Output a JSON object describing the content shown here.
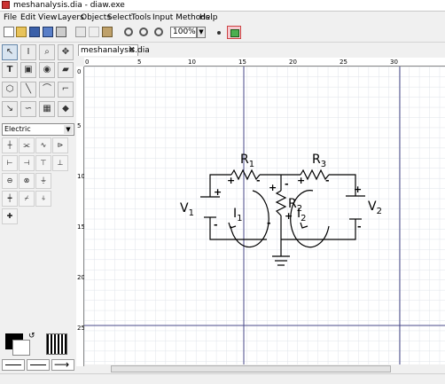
{
  "window": {
    "title": "meshanalysis.dia - diaw.exe"
  },
  "menu": [
    "File",
    "Edit",
    "View",
    "Layers",
    "Objects",
    "Select",
    "Tools",
    "Input Methods",
    "Help"
  ],
  "toolbar": {
    "zoom_value": "100%"
  },
  "toolbox": {
    "tools": [
      "pointer-tool",
      "text-edit-tool",
      "magnify-tool",
      "scroll-tool",
      "text-tool",
      "box-tool",
      "ellipse-tool",
      "polygon-tool",
      "beziergon-tool",
      "line-tool",
      "arc-tool",
      "zigzag-line-tool",
      "polyline-tool",
      "bezier-line-tool",
      "image-tool",
      "outline-tool"
    ],
    "sheet": "Electric"
  },
  "tab": {
    "label": "meshanalysis.dia",
    "close": "✖"
  },
  "ruler": {
    "h": [
      "0",
      "5",
      "10",
      "15",
      "20",
      "25",
      "30"
    ],
    "v": [
      "0",
      "5",
      "10",
      "15",
      "20",
      "25"
    ]
  },
  "circuit": {
    "r1": {
      "letter": "R",
      "sub": "1"
    },
    "r2": {
      "letter": "R",
      "sub": "2"
    },
    "r3": {
      "letter": "R",
      "sub": "3"
    },
    "v1": {
      "letter": "V",
      "sub": "1"
    },
    "v2": {
      "letter": "V",
      "sub": "2"
    },
    "i1": {
      "letter": "I",
      "sub": "1"
    },
    "i2": {
      "letter": "I",
      "sub": "2"
    },
    "plus": "+",
    "minus": "-"
  }
}
